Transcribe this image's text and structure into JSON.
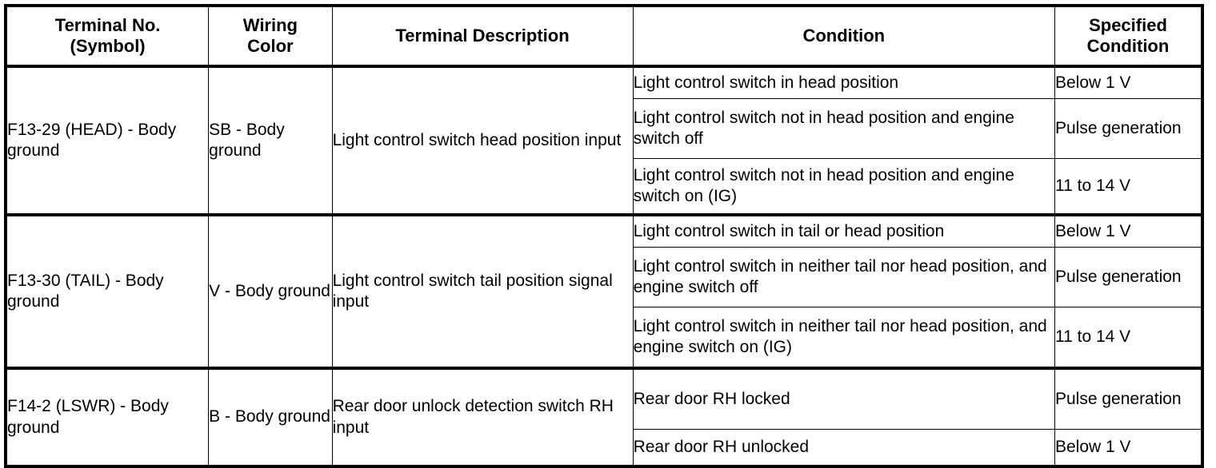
{
  "table": {
    "columns": [
      {
        "id": "terminal",
        "label_line1": "Terminal No.",
        "label_line2": "(Symbol)"
      },
      {
        "id": "wiring_color",
        "label_line1": "Wiring",
        "label_line2": "Color"
      },
      {
        "id": "terminal_description",
        "label_line1": "Terminal Description",
        "label_line2": ""
      },
      {
        "id": "condition",
        "label_line1": "Condition",
        "label_line2": ""
      },
      {
        "id": "specified_condition",
        "label_line1": "Specified",
        "label_line2": "Condition"
      }
    ],
    "groups": [
      {
        "terminal": "F13-29 (HEAD) - Body ground",
        "wiring_color": "SB - Body ground",
        "terminal_description": "Light control switch head position input",
        "rows": [
          {
            "condition": "Light control switch in head position",
            "specified_condition": "Below 1 V"
          },
          {
            "condition": "Light control switch not in head position and engine switch off",
            "specified_condition": "Pulse generation"
          },
          {
            "condition": "Light control switch not in head position and engine switch on (IG)",
            "specified_condition": "11 to 14 V"
          }
        ]
      },
      {
        "terminal": "F13-30 (TAIL) - Body ground",
        "wiring_color": "V - Body ground",
        "terminal_description": "Light control switch tail position signal input",
        "rows": [
          {
            "condition": "Light control switch in tail or head position",
            "specified_condition": "Below 1 V"
          },
          {
            "condition": "Light control switch in neither tail nor head position, and engine switch off",
            "specified_condition": "Pulse generation"
          },
          {
            "condition": "Light control switch in neither tail nor head position, and engine switch on (IG)",
            "specified_condition": "11 to 14 V"
          }
        ]
      },
      {
        "terminal": "F14-2 (LSWR) - Body ground",
        "wiring_color": "B - Body ground",
        "terminal_description": "Rear door unlock detection switch RH input",
        "rows": [
          {
            "condition": "Rear door RH locked",
            "specified_condition": "Pulse generation"
          },
          {
            "condition": "Rear door RH unlocked",
            "specified_condition": "Below 1 V"
          }
        ]
      }
    ]
  },
  "colors": {
    "text": "#000000",
    "background": "#ffffff",
    "rule": "#000000"
  }
}
